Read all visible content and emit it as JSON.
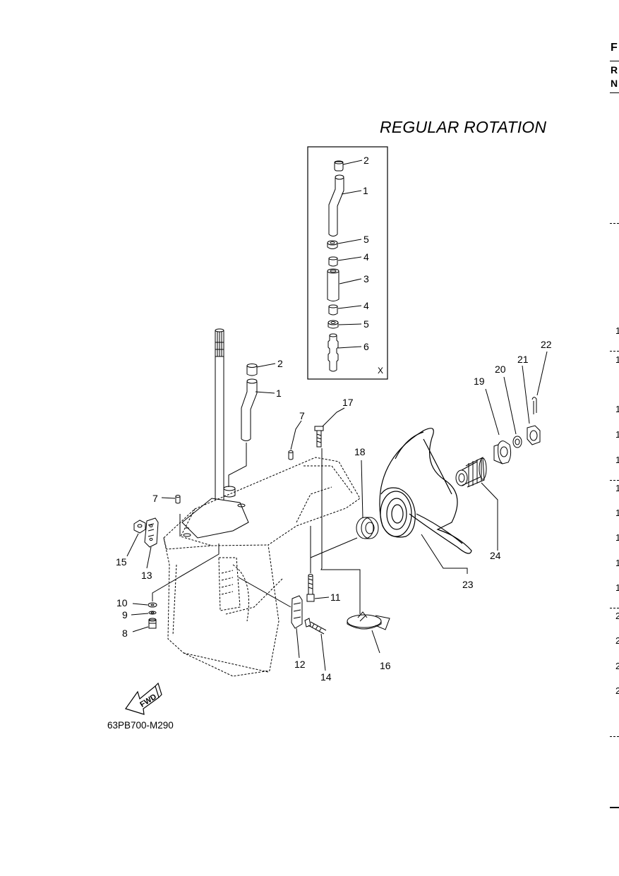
{
  "heading": "REGULAR ROTATION",
  "doc_number": "63PB700-M290",
  "inset_label": "X",
  "fwd_label": "FWD",
  "callouts": {
    "c1_main": "1",
    "c2_main": "2",
    "c7_top": "7",
    "c17": "17",
    "c18": "18",
    "c19": "19",
    "c20": "20",
    "c21": "21",
    "c22": "22",
    "c24": "24",
    "c23": "23",
    "c7_left": "7",
    "c15": "15",
    "c13": "13",
    "c10": "10",
    "c9": "9",
    "c8": "8",
    "c11": "11",
    "c12": "12",
    "c14": "14",
    "c16": "16",
    "x2": "2",
    "x1": "1",
    "x5a": "5",
    "x4a": "4",
    "x3": "3",
    "x4b": "4",
    "x5b": "5",
    "x6": "6"
  },
  "right_edge": {
    "letters": [
      "F",
      "R",
      "N"
    ],
    "numbers": [
      "1",
      "1",
      "1",
      "1",
      "1",
      "1",
      "1",
      "1",
      "1",
      "1",
      "2",
      "2",
      "2",
      "2"
    ]
  }
}
